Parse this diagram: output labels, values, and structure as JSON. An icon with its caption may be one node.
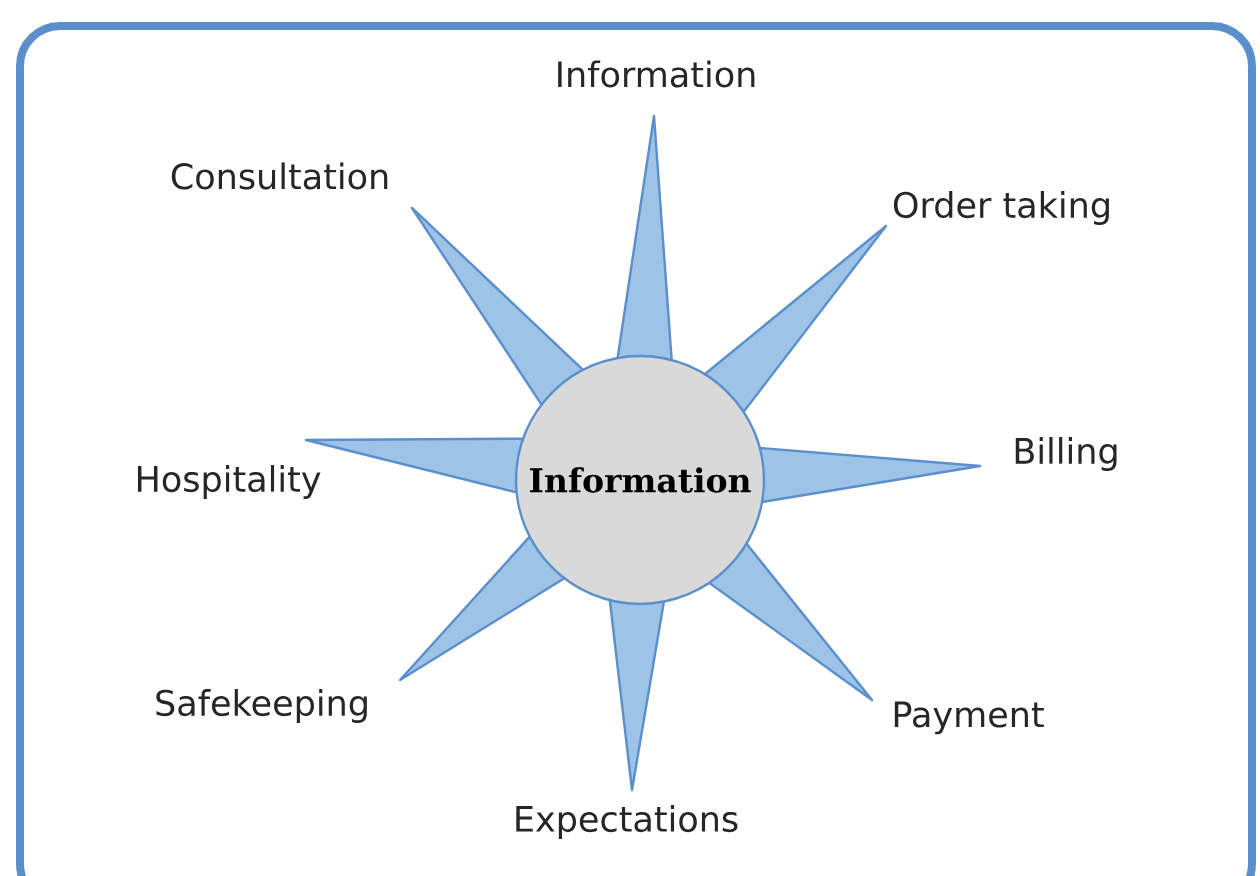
{
  "diagram": {
    "nodes": [
      {
        "text": [
          "Information"
        ]
      }
    ],
    "labels": [
      "Information",
      "Order taking",
      "Billing",
      "Payment",
      "Expectations",
      "Safekeeping",
      "Hospitality",
      "Consultation"
    ]
  }
}
